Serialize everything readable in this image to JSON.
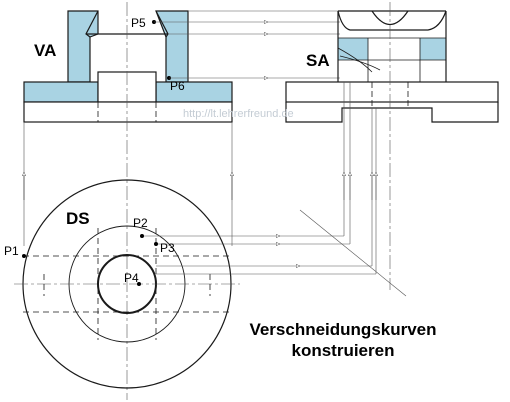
{
  "views": {
    "front": "VA",
    "side": "SA",
    "top": "DS"
  },
  "points": {
    "p1": "P1",
    "p2": "P2",
    "p3": "P3",
    "p4": "P4",
    "p5": "P5",
    "p6": "P6"
  },
  "caption": {
    "line1": "Verschneidungskurven",
    "line2": "konstruieren"
  },
  "watermark": "http://lt.lehrerfreund.de",
  "colors": {
    "fill": "#a9d3e3",
    "line": "#1a1a1a",
    "thin": "#555555"
  }
}
